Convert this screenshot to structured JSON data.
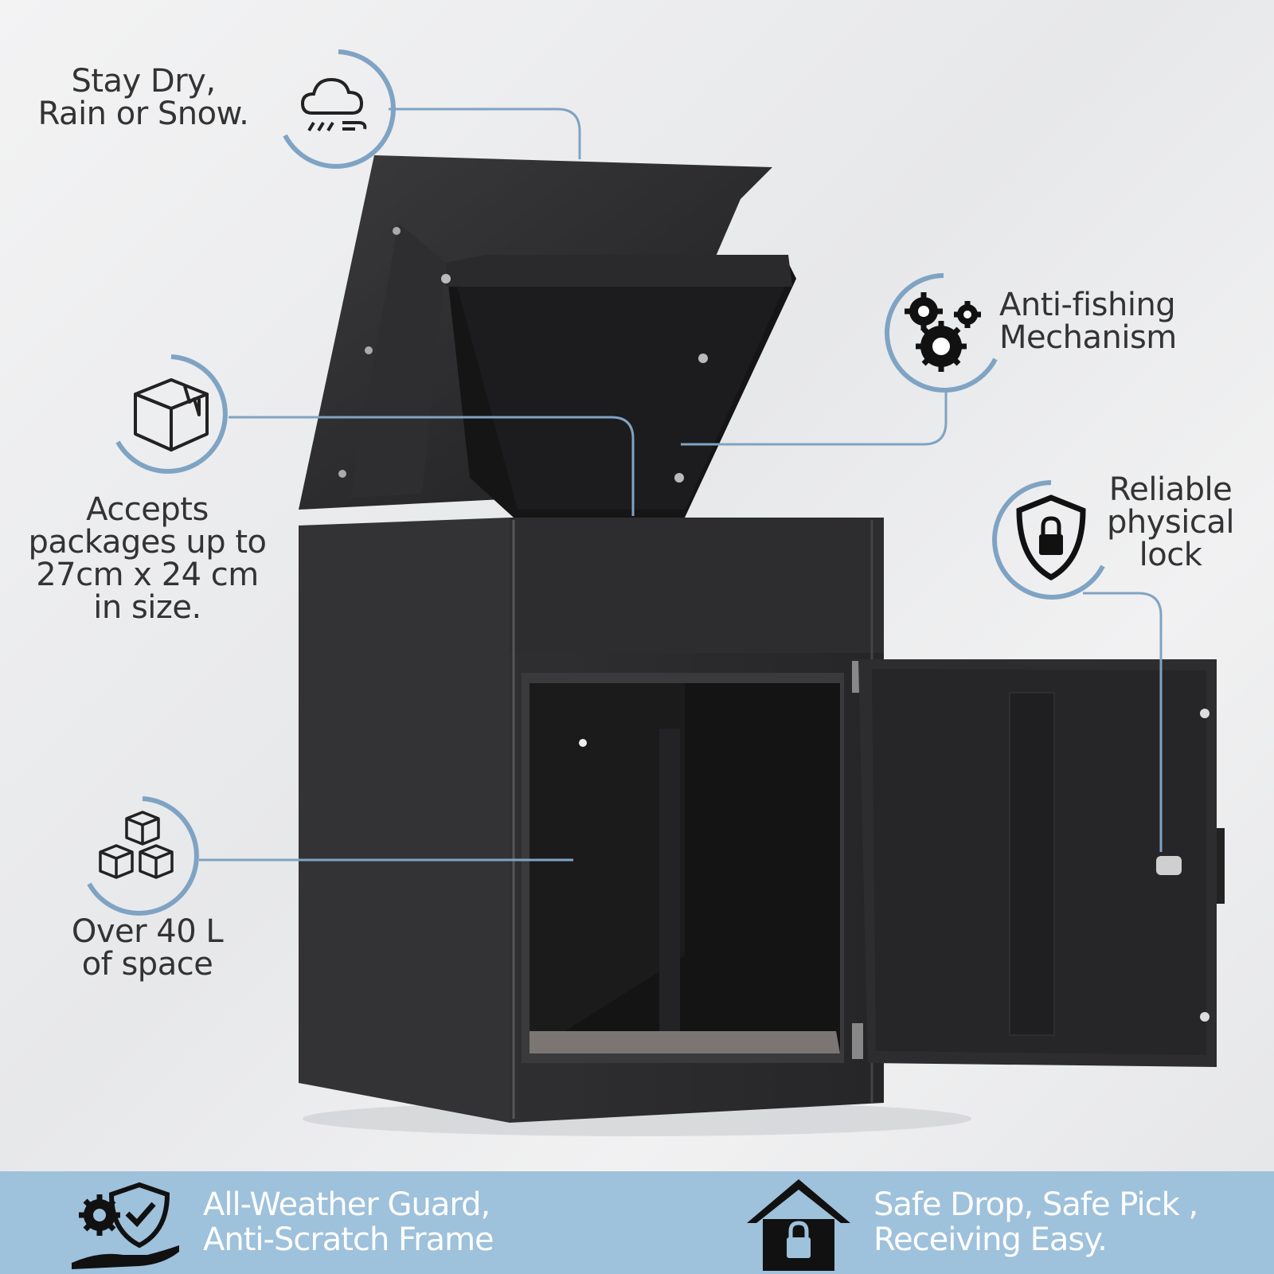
{
  "features": {
    "stay_dry": {
      "line1": "Stay Dry,",
      "line2": "Rain or Snow.",
      "icon": "weather-icon"
    },
    "accepts": {
      "line1": "Accepts",
      "line2": "packages up to",
      "line3": "27cm x 24 cm",
      "line4": "in size.",
      "icon": "package-icon"
    },
    "space": {
      "line1": "Over 40 L",
      "line2": "of space",
      "icon": "boxes-icon"
    },
    "anti_fishing": {
      "line1": "Anti-fishing",
      "line2": "Mechanism",
      "icon": "gears-icon"
    },
    "lock": {
      "line1": "Reliable",
      "line2": "physical",
      "line3": "lock",
      "icon": "shield-lock-icon"
    }
  },
  "bottom_bar": {
    "left": {
      "line1": "All-Weather Guard,",
      "line2": "Anti-Scratch Frame",
      "icon": "gear-shield-hand-icon"
    },
    "right": {
      "line1": "Safe Drop, Safe Pick ,",
      "line2": "Receiving Easy.",
      "icon": "house-lock-icon"
    }
  },
  "colors": {
    "accent": "#7fa3c3",
    "bar": "#9ec1dc",
    "product": "#2b2b2d"
  }
}
